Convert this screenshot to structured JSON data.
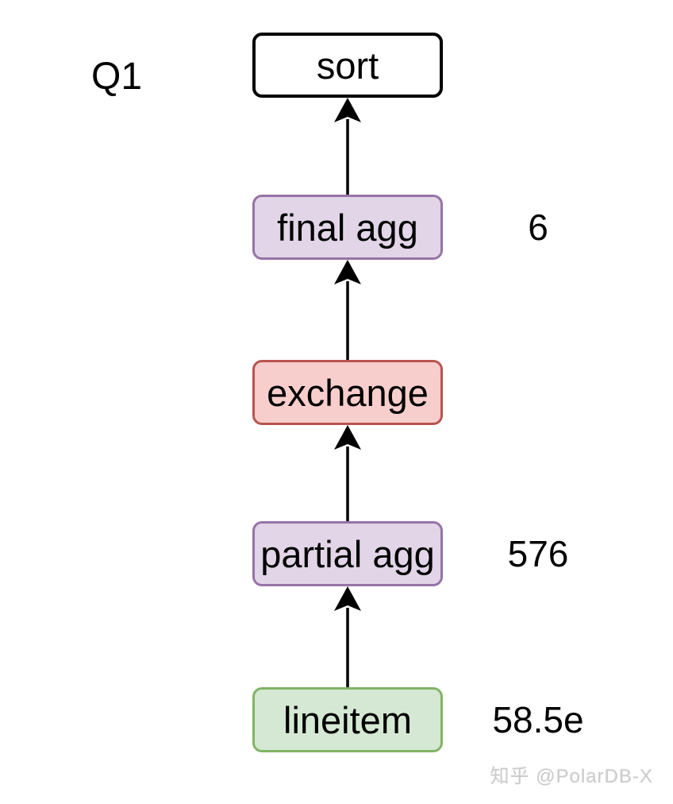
{
  "diagram": {
    "query_label": "Q1",
    "nodes": [
      {
        "id": "sort",
        "label": "sort",
        "fill": "#ffffff",
        "stroke": "#000000",
        "annotation": ""
      },
      {
        "id": "final-agg",
        "label": "final agg",
        "fill": "#e1d5e7",
        "stroke": "#9673a6",
        "annotation": "6"
      },
      {
        "id": "exchange",
        "label": "exchange",
        "fill": "#f8cecc",
        "stroke": "#b85450",
        "annotation": ""
      },
      {
        "id": "partial-agg",
        "label": "partial agg",
        "fill": "#e1d5e7",
        "stroke": "#9673a6",
        "annotation": "576"
      },
      {
        "id": "lineitem",
        "label": "lineitem",
        "fill": "#d5e8d4",
        "stroke": "#82b366",
        "annotation": "58.5e"
      }
    ],
    "edges": [
      {
        "from": "lineitem",
        "to": "partial-agg"
      },
      {
        "from": "partial-agg",
        "to": "exchange"
      },
      {
        "from": "exchange",
        "to": "final-agg"
      },
      {
        "from": "final-agg",
        "to": "sort"
      }
    ],
    "edge_color": "#000000",
    "watermark": "知乎 @PolarDB-X"
  }
}
